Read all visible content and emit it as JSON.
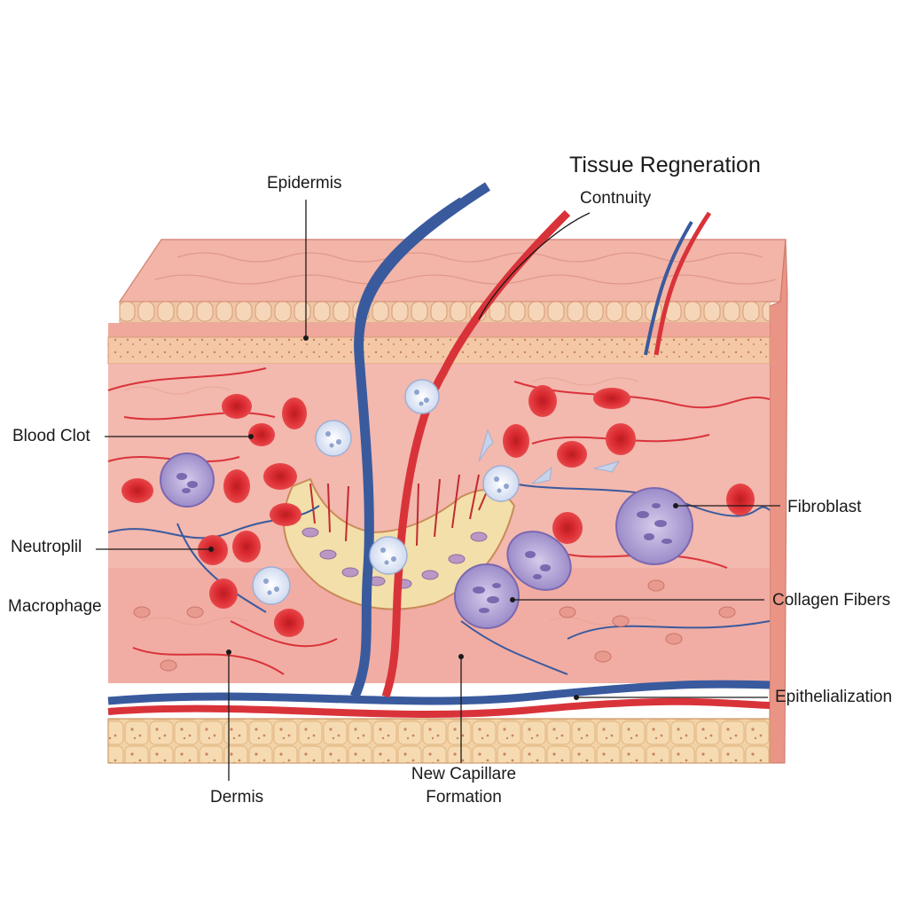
{
  "title": "Tissue Regneration",
  "labels": {
    "epidermis": "Epidermis",
    "contnuity": "Contnuity",
    "blood_clot": "Blood Clot",
    "neutroplil": "Neutroplil",
    "macrophage": "Macrophage",
    "dermis": "Dermis",
    "new_capillare_line1": "New Capillare",
    "new_capillare_line2": "Formation",
    "fibroblast": "Fibroblast",
    "collagen_fibers": "Collagen Fibers",
    "epithelialization": "Epithelialization"
  },
  "colors": {
    "skin_surface": "#f2b5a7",
    "epidermis_band": "#f0c9b0",
    "dermis": "#f3b8ae",
    "deep_dermis": "#eea49a",
    "fat_layer": "#f3d3a6",
    "artery": "#d9333a",
    "vein": "#3a5a9e",
    "red_blood_cell": "#d8292f",
    "white_blood_cell": "#dfe6f4",
    "macrophage_cell": "#b9a9d9",
    "wound_fibrin": "#f3dfa9"
  },
  "icons": [
    "red-blood-cell-icon",
    "white-blood-cell-icon",
    "macrophage-cell-icon",
    "fibroblast-cell-icon",
    "capillary-vessel-icon"
  ]
}
